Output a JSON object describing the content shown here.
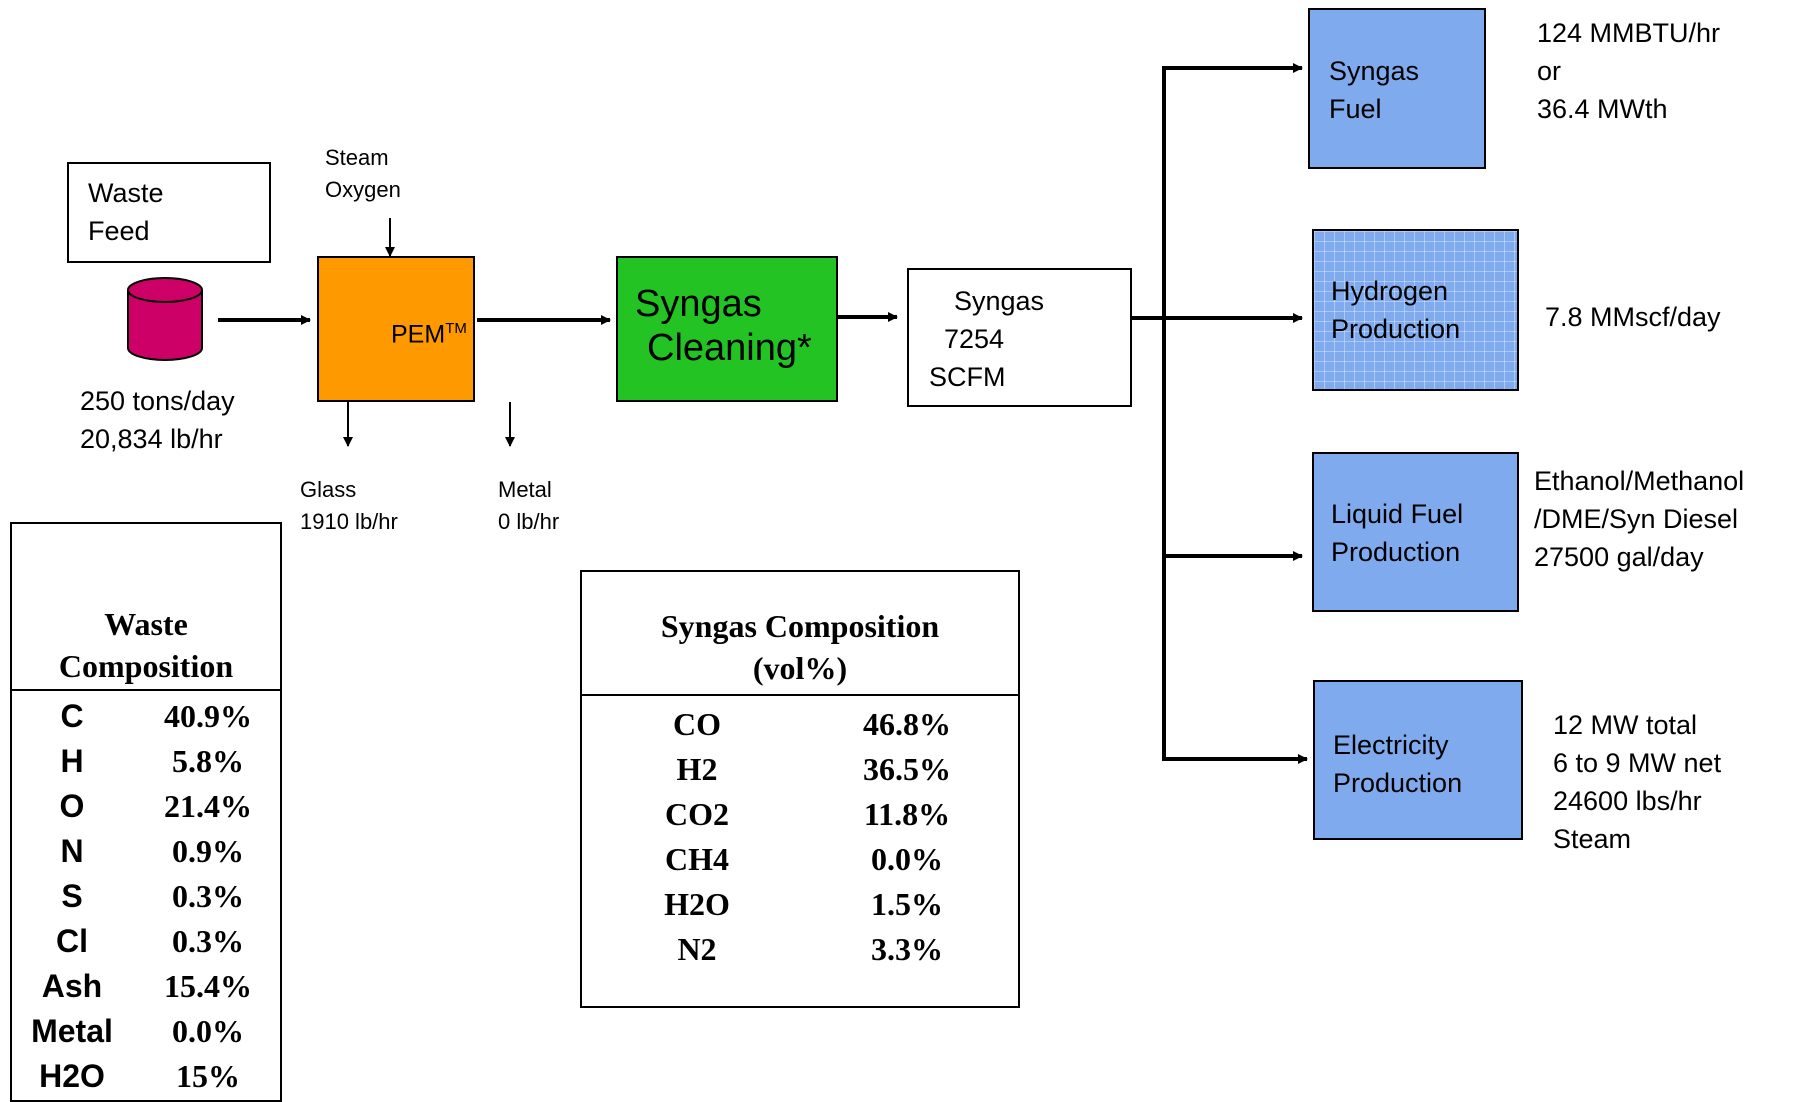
{
  "colors": {
    "pem": "#ff9900",
    "cleaning": "#22c322",
    "product": "#7fabee",
    "cylinder": "#cc0066"
  },
  "feed": {
    "box_label_1": "Waste",
    "box_label_2": "Feed",
    "rate_1": "250 tons/day",
    "rate_2": "20,834 lb/hr"
  },
  "inputs": {
    "line1": "Steam",
    "line2": "Oxygen"
  },
  "pem": {
    "label": "PEM",
    "sup": "TM"
  },
  "outputs": {
    "glass_name": "Glass",
    "glass_rate": "1910 lb/hr",
    "metal_name": "Metal",
    "metal_rate": "0 lb/hr"
  },
  "cleaning": {
    "line1": "Syngas",
    "line2": "Cleaning*"
  },
  "syngas": {
    "line1": "Syngas",
    "line2": "7254",
    "line3": "SCFM"
  },
  "products": [
    {
      "line1": "Syngas",
      "line2": "Fuel",
      "note1": "124 MMBTU/hr",
      "note2": "or",
      "note3": "36.4 MWth",
      "note4": ""
    },
    {
      "line1": "Hydrogen",
      "line2": "Production",
      "note1": "7.8 MMscf/day",
      "note2": "",
      "note3": "",
      "note4": ""
    },
    {
      "line1": "Liquid Fuel",
      "line2": "Production",
      "note1": "Ethanol/Methanol",
      "note2": "/DME/Syn Diesel",
      "note3": "27500 gal/day",
      "note4": ""
    },
    {
      "line1": "Electricity",
      "line2": "Production",
      "note1": "12 MW total",
      "note2": "6 to 9 MW net",
      "note3": "24600 lbs/hr",
      "note4": "Steam"
    }
  ],
  "waste_table": {
    "title_1": "Waste",
    "title_2": "Composition",
    "rows": [
      {
        "el": "C",
        "val": "40.9%"
      },
      {
        "el": "H",
        "val": "5.8%"
      },
      {
        "el": "O",
        "val": "21.4%"
      },
      {
        "el": "N",
        "val": "0.9%"
      },
      {
        "el": "S",
        "val": "0.3%"
      },
      {
        "el": "Cl",
        "val": "0.3%"
      },
      {
        "el": "Ash",
        "val": "15.4%"
      },
      {
        "el": "Metal",
        "val": "0.0%"
      },
      {
        "el": "H2O",
        "val": "15%"
      }
    ]
  },
  "syngas_table": {
    "title_1": "Syngas Composition",
    "title_2": "(vol%)",
    "rows": [
      {
        "el": "CO",
        "val": "46.8%"
      },
      {
        "el": "H2",
        "val": "36.5%"
      },
      {
        "el": "CO2",
        "val": "11.8%"
      },
      {
        "el": "CH4",
        "val": "0.0%"
      },
      {
        "el": "H2O",
        "val": "1.5%"
      },
      {
        "el": "N2",
        "val": "3.3%"
      }
    ]
  }
}
